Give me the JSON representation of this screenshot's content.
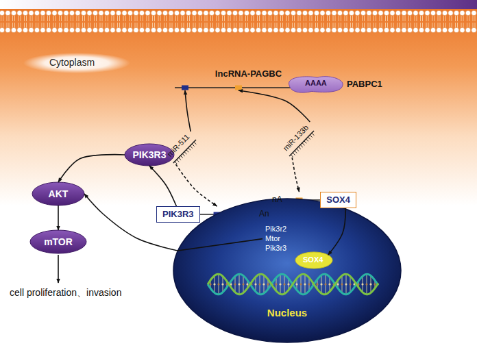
{
  "diagram": {
    "nodes": [
      {
        "text": [
          "lncRNA-PAGBC"
        ]
      },
      {
        "text": [
          "PABPC1"
        ]
      },
      {
        "text": [
          "miR-511"
        ]
      },
      {
        "text": [
          "miR-133b"
        ]
      },
      {
        "text": [
          "PIK3R3"
        ]
      },
      {
        "text": [
          "AKT"
        ]
      },
      {
        "text": [
          "mTOR"
        ]
      },
      {
        "text": [
          "PIK3R3"
        ]
      },
      {
        "text": [
          "SOX4"
        ]
      },
      {
        "text": [
          "Pik3r2 Mtor Pik3r3",
          "Nucleus"
        ]
      },
      {
        "text": [
          "SOX4"
        ],
        "in": 9
      }
    ],
    "edges": [
      {
        "from": 2,
        "to": 0,
        "arrow": "to"
      },
      {
        "from": 3,
        "to": 0,
        "arrow": "to"
      },
      {
        "from": 2,
        "to": 7,
        "arrow": "to"
      },
      {
        "from": 3,
        "to": 8,
        "arrow": "to"
      },
      {
        "from": 7,
        "to": 4,
        "arrow": "to"
      },
      {
        "from": 4,
        "to": 5,
        "arrow": "to"
      },
      {
        "from": 5,
        "to": 6,
        "arrow": "to"
      },
      {
        "from": 8,
        "to": 10,
        "arrow": "to"
      },
      {
        "from": 9,
        "to": 5,
        "arrow": "to"
      }
    ],
    "labels": [
      "Cytoplasm",
      "AAAA",
      "An",
      "nA",
      "cell proliferation、invasion"
    ]
  }
}
